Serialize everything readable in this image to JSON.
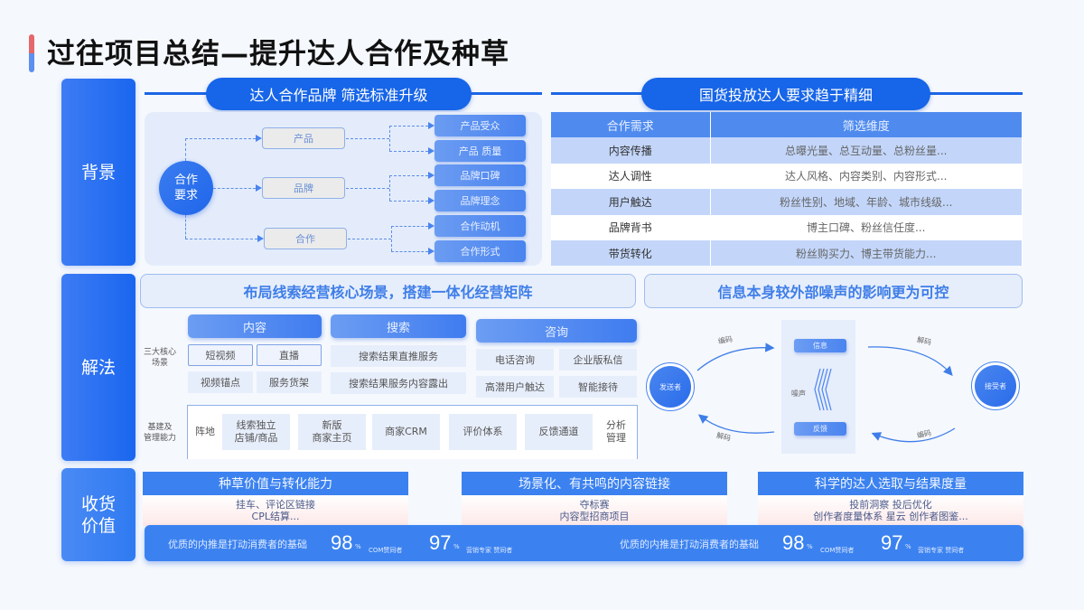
{
  "title": "过往项目总结—提升达人合作及种草",
  "sections": {
    "background": "背景",
    "solution": "解法",
    "value": "收货\n价值"
  },
  "background": {
    "left_heading": "达人合作品牌 筛选标准升级",
    "right_heading": "国货投放达人要求趋于精细",
    "flow": {
      "root": "合作\n要求",
      "branches": [
        {
          "label": "产品",
          "leaves": [
            "产品受众",
            "产品 质量"
          ]
        },
        {
          "label": "品牌",
          "leaves": [
            "品牌口碑",
            "品牌理念"
          ]
        },
        {
          "label": "合作",
          "leaves": [
            "合作动机",
            "合作形式"
          ]
        }
      ]
    },
    "table": {
      "headers": [
        "合作需求",
        "筛选维度"
      ],
      "rows": [
        [
          "内容传播",
          "总曝光量、总互动量、总粉丝量..."
        ],
        [
          "达人调性",
          "达人风格、内容类别、内容形式..."
        ],
        [
          "用户触达",
          "粉丝性别、地域、年龄、城市线级..."
        ],
        [
          "品牌背书",
          "博主口碑、粉丝信任度..."
        ],
        [
          "带货转化",
          "粉丝购买力、博主带货能力..."
        ]
      ]
    }
  },
  "solution": {
    "left_banner": "布局线索经营核心场景，搭建一体化经营矩阵",
    "right_banner": "信息本身较外部噪声的影响更为可控",
    "row_label_core": "三大核心\n场景",
    "row_label_infra": "基建及\n管理能力",
    "categories": [
      {
        "label": "内容",
        "items": [
          "短视频",
          "直播",
          "视频锚点",
          "服务货架"
        ]
      },
      {
        "label": "搜索",
        "items": [
          "搜索结果直推服务",
          "搜索结果服务内容露出"
        ]
      },
      {
        "label": "咨询",
        "items": [
          "电话咨询",
          "企业版私信",
          "高潜用户触达",
          "智能接待"
        ]
      }
    ],
    "infra": {
      "start": "阵地",
      "items": [
        "线索独立\n店铺/商品",
        "新版\n商家主页",
        "商家CRM",
        "评价体系",
        "反馈通道"
      ],
      "end": "分析\n管理"
    },
    "comm": {
      "sender": "发送者",
      "receiver": "接受者",
      "message": "信息",
      "feedback": "反馈",
      "noise": "噪声",
      "encode_top": "编码",
      "decode_top": "解码",
      "decode_bottom": "解码",
      "encode_bottom": "编码"
    }
  },
  "value": {
    "cards": [
      {
        "title": "种草价值与转化能力",
        "line1": "挂车、评论区链接",
        "line2": "CPL结算..."
      },
      {
        "title": "场景化、有共鸣的内容链接",
        "line1": "夺标赛",
        "line2": "内容型招商项目"
      },
      {
        "title": "科学的达人选取与结果度量",
        "line1": "投前洞察 投后优化",
        "line2": "创作者度量体系 星云 创作者图鉴..."
      }
    ],
    "stats": [
      {
        "text": "优质的内推是打动消费者的基础",
        "n1": "98",
        "u1": "%",
        "l1": "COM赞同者",
        "n2": "97",
        "u2": "%",
        "l2": "营销专家 赞同者"
      },
      {
        "text": "优质的内推是打动消费者的基础",
        "n1": "98",
        "u1": "%",
        "l1": "COM赞同者",
        "n2": "97",
        "u2": "%",
        "l2": "营销专家 赞同者"
      }
    ]
  },
  "colors": {
    "primary": "#1765e8",
    "accent_red": "#e5676b",
    "panel": "#e4ecfb",
    "table_shade": "#c3d6fa"
  }
}
